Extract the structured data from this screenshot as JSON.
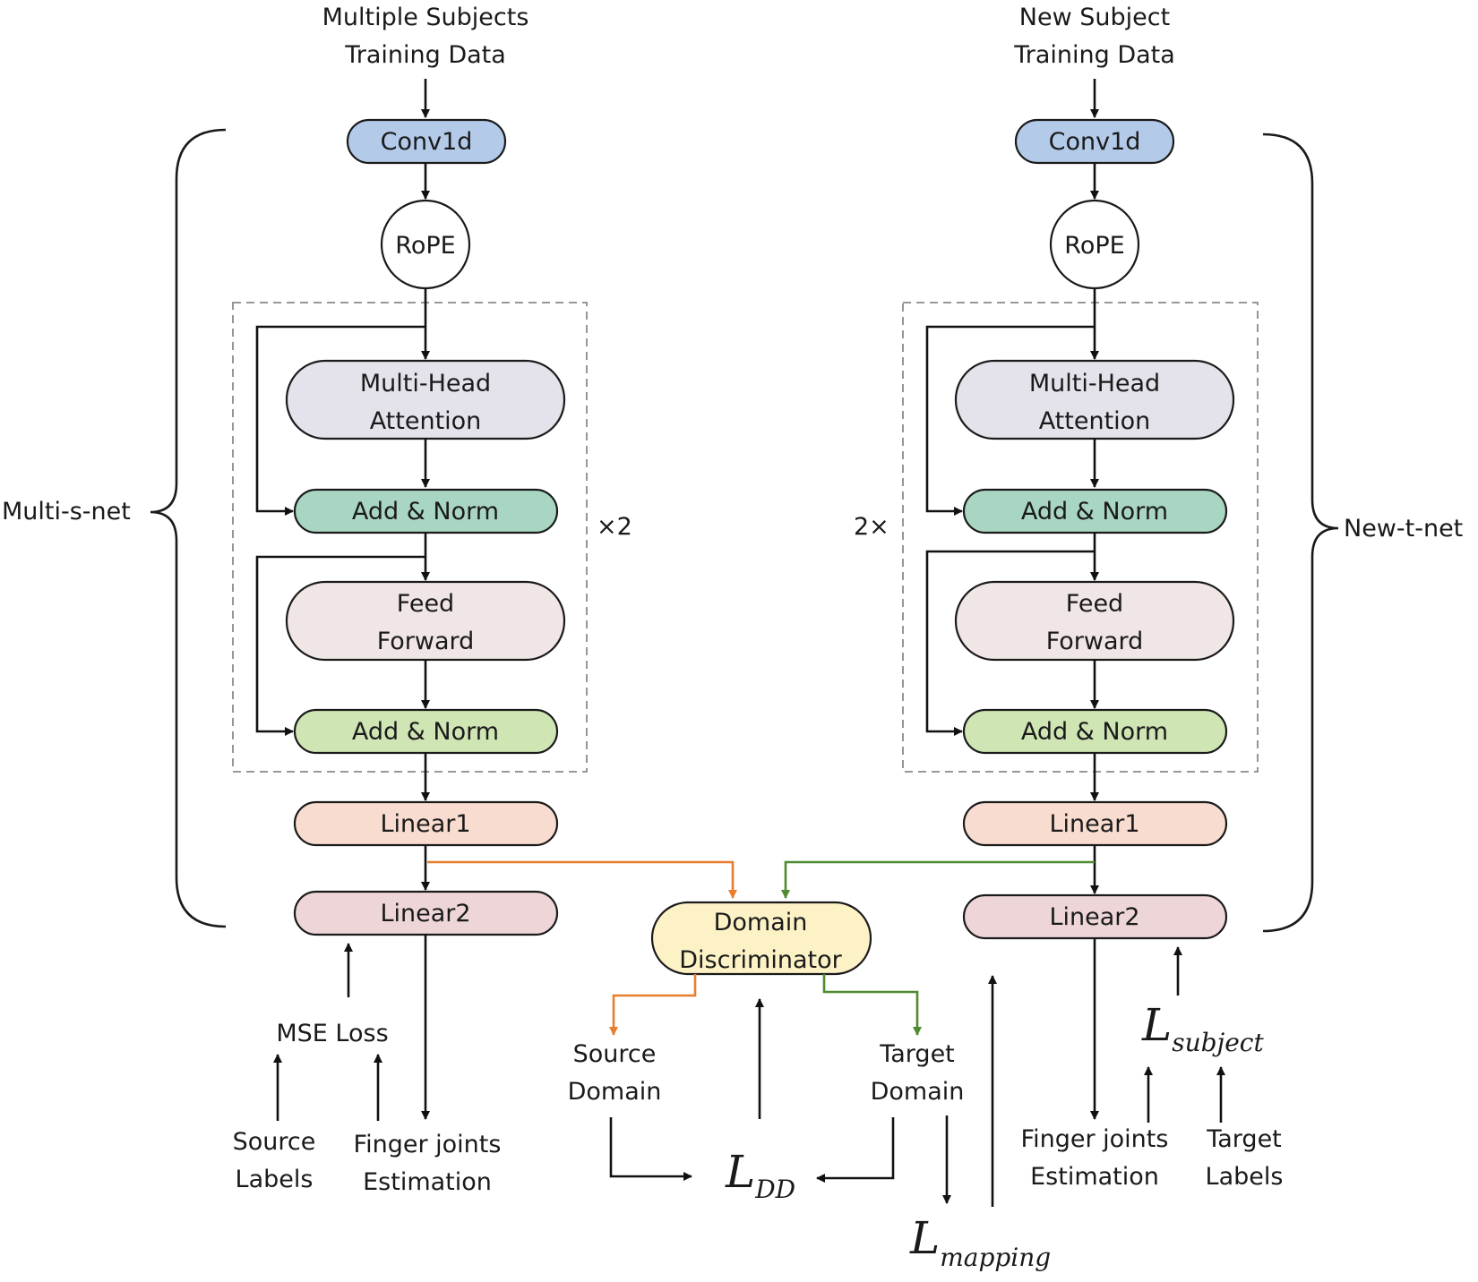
{
  "left": {
    "input": [
      "Multiple Subjects",
      "Training Data"
    ],
    "conv": "Conv1d",
    "rope": "RoPE",
    "mha": [
      "Multi-Head",
      "Attention"
    ],
    "addnorm1": "Add & Norm",
    "ff": [
      "Feed",
      "Forward"
    ],
    "addnorm2": "Add & Norm",
    "repeat": "×2",
    "linear1": "Linear1",
    "linear2": "Linear2",
    "brace_label": "Multi-s-net",
    "loss": "MSE Loss",
    "labels": [
      "Source",
      "Labels"
    ],
    "estimation": [
      "Finger joints",
      "Estimation"
    ]
  },
  "right": {
    "input": [
      "New Subject",
      "Training Data"
    ],
    "conv": "Conv1d",
    "rope": "RoPE",
    "mha": [
      "Multi-Head",
      "Attention"
    ],
    "addnorm1": "Add & Norm",
    "ff": [
      "Feed",
      "Forward"
    ],
    "addnorm2": "Add & Norm",
    "repeat": "2×",
    "linear1": "Linear1",
    "linear2": "Linear2",
    "brace_label": "New-t-net",
    "labels": [
      "Target",
      "Labels"
    ],
    "estimation": [
      "Finger joints",
      "Estimation"
    ]
  },
  "center": {
    "discriminator": [
      "Domain",
      "Discriminator"
    ],
    "source_domain": [
      "Source",
      "Domain"
    ],
    "target_domain": [
      "Target",
      "Domain"
    ]
  },
  "losses": {
    "dd": {
      "main": "L",
      "sub": "DD"
    },
    "mapping": {
      "main": "L",
      "sub": "mapping"
    },
    "subject": {
      "main": "L",
      "sub": "subject"
    }
  },
  "colors": {
    "conv": "#b3cbe9",
    "rope": "#ffffff",
    "mha": "#e4e2ea",
    "addnorm1": "#a9d6c3",
    "ff": "#f1e6e6",
    "addnorm2": "#cfe5b4",
    "linear1": "#f8dccf",
    "linear2": "#eed6d8",
    "discriminator": "#fdf2c6",
    "source_arrow": "#e87e2e",
    "target_arrow": "#4e8a2e"
  }
}
